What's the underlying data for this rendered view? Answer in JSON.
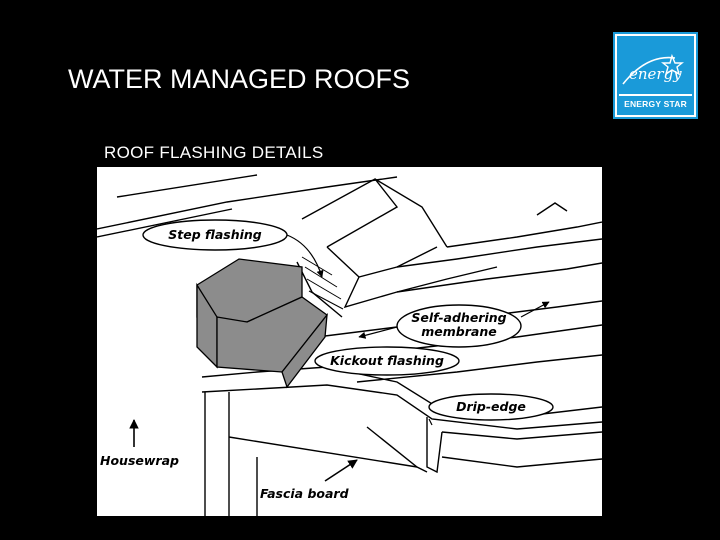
{
  "slide": {
    "title": "WATER MANAGED ROOFS",
    "subtitle": "ROOF FLASHING DETAILS"
  },
  "logo": {
    "script_text": "energy",
    "band_text": "ENERGY STAR"
  },
  "diagram": {
    "labels": {
      "step_flashing": "Step flashing",
      "self_adhering_1": "Self-adhering",
      "self_adhering_2": "membrane",
      "kickout_flashing": "Kickout flashing",
      "drip_edge": "Drip-edge",
      "housewrap": "Housewrap",
      "fascia_board": "Fascia board"
    },
    "colors": {
      "flashing_fill": "#8c8c8c",
      "line": "#000000"
    }
  }
}
